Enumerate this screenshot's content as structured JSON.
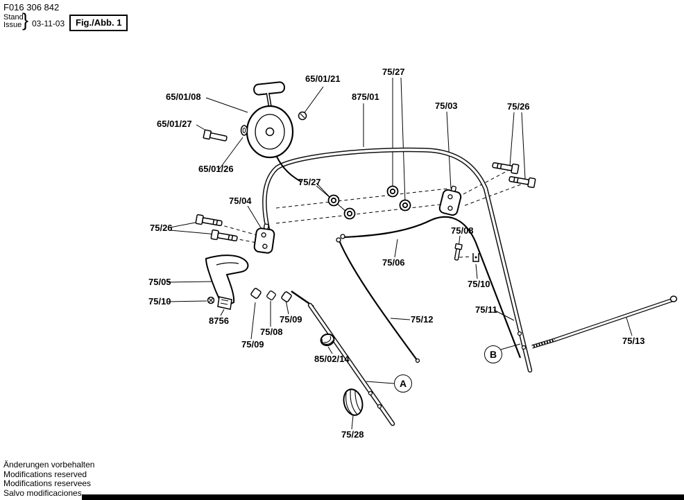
{
  "header": {
    "part_number": "F016 306 842",
    "stand_label": "Stand",
    "issue_label": "Issue",
    "brace": "}",
    "date": "03-11-03",
    "figure_label": "Fig./Abb. 1"
  },
  "callouts": [
    {
      "text": "65/01/21"
    },
    {
      "text": "65/01/08"
    },
    {
      "text": "75/27"
    },
    {
      "text": "875/01"
    },
    {
      "text": "75/03"
    },
    {
      "text": "75/26"
    },
    {
      "text": "65/01/27"
    },
    {
      "text": "65/01/26"
    },
    {
      "text": "75/27"
    },
    {
      "text": "75/04"
    },
    {
      "text": "75/26"
    },
    {
      "text": "75/08"
    },
    {
      "text": "75/06"
    },
    {
      "text": "75/10"
    },
    {
      "text": "75/05"
    },
    {
      "text": "75/10"
    },
    {
      "text": "75/11"
    },
    {
      "text": "8756"
    },
    {
      "text": "75/09"
    },
    {
      "text": "75/12"
    },
    {
      "text": "75/13"
    },
    {
      "text": "75/08"
    },
    {
      "text": "75/09"
    },
    {
      "text": "85/02/14"
    },
    {
      "text": "75/28"
    }
  ],
  "detail_markers": [
    {
      "letter": "A"
    },
    {
      "letter": "B"
    }
  ],
  "footer": {
    "lines": [
      "Änderungen vorbehalten",
      "Modifications reserved",
      "Modifications reservees",
      "Salvo modificaciones"
    ]
  },
  "colors": {
    "line": "#000000",
    "background": "#ffffff",
    "bar": "#000000"
  }
}
